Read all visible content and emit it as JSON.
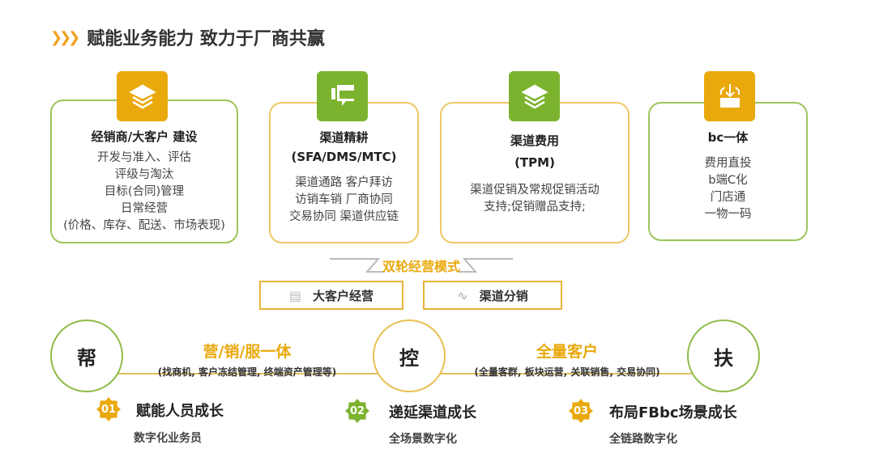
{
  "title": "赋能业务能力 致力于厂商共赢",
  "colors": {
    "orange": "#e9a90c",
    "green": "#7bb32e"
  },
  "cards": [
    {
      "icon": "layers-icon",
      "title": [
        "经销商/大客户  建设"
      ],
      "lines": [
        "开发与准入、评估",
        "评级与淘汰",
        "目标(合同)管理",
        "日常经营",
        "(价格、库存、配送、市场表现)"
      ]
    },
    {
      "icon": "chat-icon",
      "title": [
        "渠道精耕",
        "(SFA/DMS/MTC)"
      ],
      "lines": [
        "渠道通路  客户拜访",
        "访销车销  厂商协同",
        "交易协同  渠道供应链"
      ]
    },
    {
      "icon": "layers-icon",
      "title": [
        "渠道费用",
        "(TPM)"
      ],
      "lines": [
        "渠道促销及常规促销活动",
        "支持;促销赠品支持;"
      ]
    },
    {
      "icon": "download-box-icon",
      "title": [
        "bc一体"
      ],
      "lines": [
        "费用直投",
        "b端C化",
        "门店通",
        "一物一码"
      ]
    }
  ],
  "wheel": {
    "title": "双轮经营模式",
    "boxes": [
      "大客户经营",
      "渠道分销"
    ]
  },
  "circles": [
    "帮",
    "控",
    "扶"
  ],
  "links": [
    {
      "main": "营/销/服一体",
      "sub": "(找商机, 客户冻结管理, 终端资产管理等)"
    },
    {
      "main": "全量客户",
      "sub": "(全量客群, 板块运营, 关联销售, 交易协同)"
    }
  ],
  "growth": [
    {
      "num": "01",
      "title": "赋能人员成长",
      "sub": "数字化业务员"
    },
    {
      "num": "02",
      "title": "递延渠道成长",
      "sub": "全场景数字化"
    },
    {
      "num": "03",
      "title": "布局FBbc场景成长",
      "sub": "全链路数字化"
    }
  ]
}
